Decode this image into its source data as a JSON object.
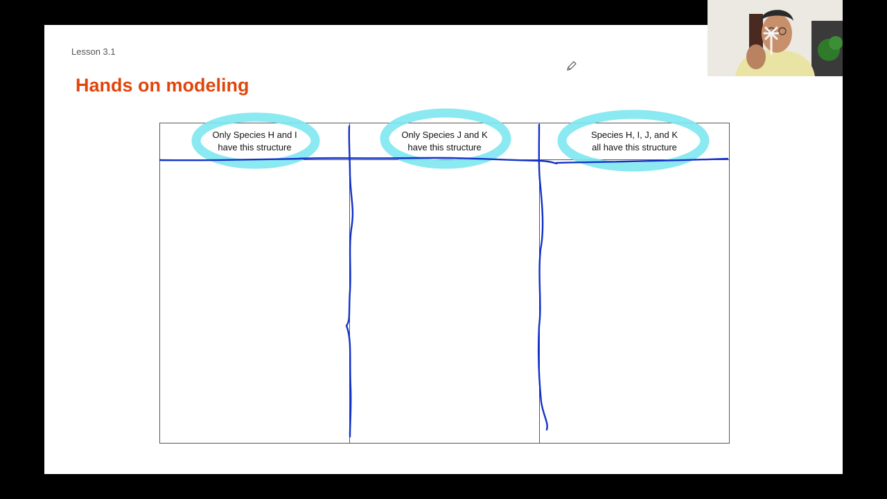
{
  "slide": {
    "lesson_label": "Lesson 3.1",
    "title": "Hands on modeling",
    "title_color": "#e0460c"
  },
  "table": {
    "headers": [
      "Only Species H and I\nhave this structure",
      "Only Species J and K\nhave this structure",
      "Species H, I, J, and K\nall have this structure"
    ]
  },
  "annotations": {
    "highlight_color": "#7ee7ef",
    "pen_color": "#1230c8"
  },
  "toolbar": {
    "pen_icon": "pencil-icon"
  },
  "webcam": {
    "description_icon": "presenter-video"
  }
}
